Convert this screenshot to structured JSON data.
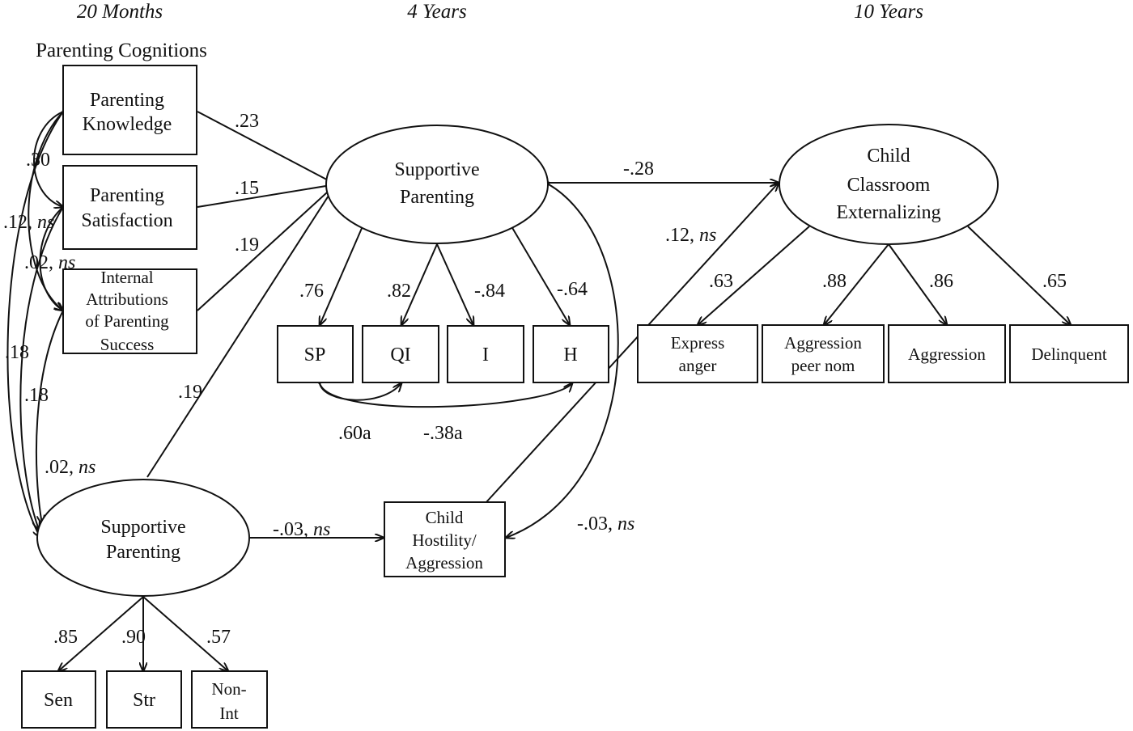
{
  "headers": {
    "time1": "20 Months",
    "time2": "4 Years",
    "time3": "10 Years",
    "section": "Parenting Cognitions"
  },
  "nodes": {
    "knowledge": [
      "Parenting",
      "Knowledge"
    ],
    "satisfaction": [
      "Parenting",
      "Satisfaction"
    ],
    "attributions": [
      "Internal",
      "Attributions",
      "of Parenting",
      "Success"
    ],
    "sp20": [
      "Supportive",
      "Parenting"
    ],
    "sp4": [
      "Supportive",
      "Parenting"
    ],
    "externalizing": [
      "Child",
      "Classroom",
      "Externalizing"
    ],
    "hostility": [
      "Child",
      "Hostility/",
      "Aggression"
    ],
    "ind_sp": "SP",
    "ind_qi": "QI",
    "ind_i": "I",
    "ind_h": "H",
    "ind_sen": "Sen",
    "ind_str": "Str",
    "ind_nonint": [
      "Non-",
      "Int"
    ],
    "ind_express": [
      "Express",
      "anger"
    ],
    "ind_aggpeer": [
      "Aggression",
      "peer nom"
    ],
    "ind_aggression": "Aggression",
    "ind_delinquent": "Delinquent"
  },
  "coefficients": {
    "knowledge_sp4": ".23",
    "satisfaction_sp4": ".15",
    "attributions_sp4": ".19",
    "sp20_sp4": ".19",
    "sp4_ext": "-.28",
    "hostility_ext": ".12, ",
    "sp20_hostility": "-.03, ",
    "sp4_hostility": "-.03, ",
    "load_sp": ".76",
    "load_qi": ".82",
    "load_i": "-.84",
    "load_h": "-.64",
    "load_sen": ".85",
    "load_str": ".90",
    "load_nonint": ".57",
    "load_express": ".63",
    "load_aggpeer": ".88",
    "load_aggression": ".86",
    "load_delinquent": ".65",
    "corr_sp_qi": ".60a",
    "corr_sp_h": "-.38a",
    "cov_kn_sat": ".30",
    "cov_kn_att": ".12, ",
    "cov_sat_att": ".02, ",
    "cov_kn_sp20": ".18",
    "cov_sat_sp20": ".18",
    "cov_att_sp20": ".02, ",
    "ns": "ns"
  }
}
